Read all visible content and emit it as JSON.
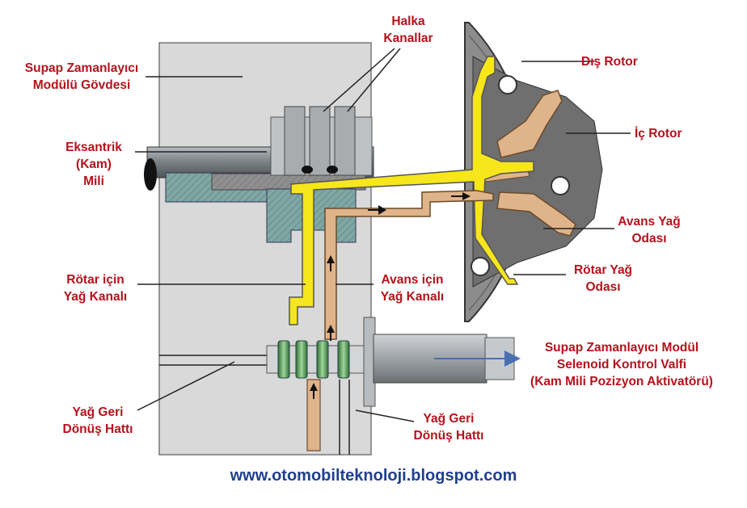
{
  "labels": {
    "body": "Supap Zamanlayıcı\nModülü Gövdesi",
    "ring_channels": "Halka\nKanallar",
    "outer_rotor": "Dış Rotor",
    "inner_rotor": "İç Rotor",
    "camshaft": "Eksantrik\n(Kam)\nMili",
    "advance_chamber": "Avans Yağ\nOdası",
    "retard_chamber": "Rötar Yağ\nOdası",
    "retard_channel": "Rötar için\nYağ Kanalı",
    "advance_channel": "Avans için\nYağ Kanalı",
    "solenoid": "Supap Zamanlayıcı Modül\nSelenoid Kontrol Valfi\n(Kam Mili Pozizyon Aktivatörü)",
    "return_left": "Yağ Geri\nDönüş Hattı",
    "return_right": "Yağ Geri\nDönüş Hattı",
    "website": "www.otomobilteknoloji.blogspot.com"
  },
  "colors": {
    "label_red": "#b5121b",
    "website_blue": "#1f3f8f",
    "retard_oil_yellow": "#f6e61b",
    "advance_oil_tan": "#e0b48a",
    "housing_gray": "#d7d7d7",
    "rotor_gray": "#8a8a8a",
    "valve_green": "#5aa05a"
  }
}
